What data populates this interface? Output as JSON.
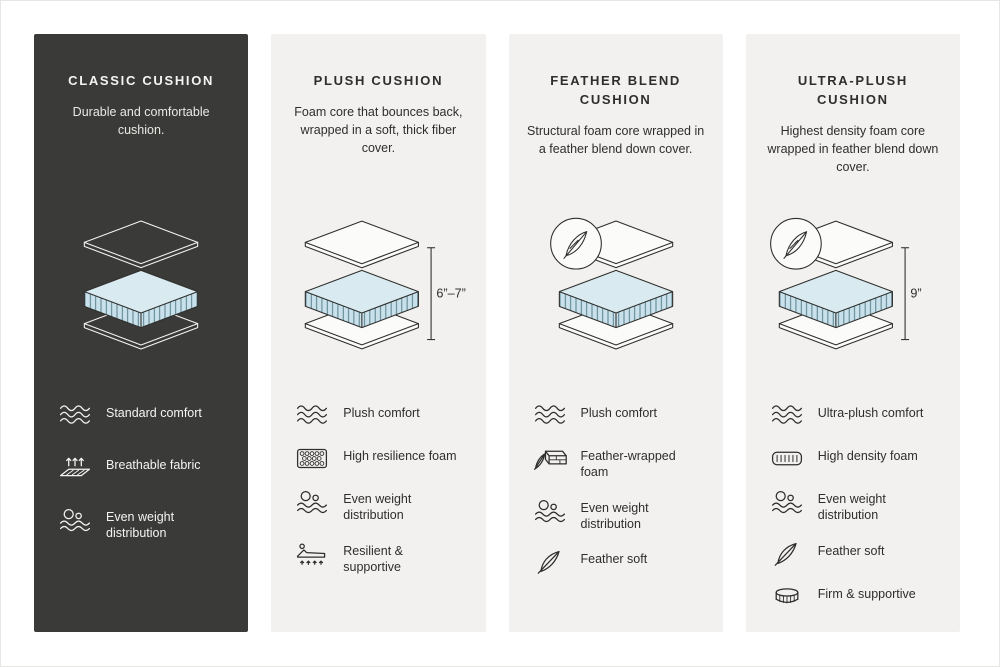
{
  "page": {
    "background": "#ffffff"
  },
  "colors": {
    "dark_card_bg": "#3a3a38",
    "light_card_bg": "#f2f1ef",
    "outline_dark": "#2f2f2d",
    "outline_light": "#ffffff",
    "foam_top": "#d9eaf1",
    "foam_side": "#c8e1ea"
  },
  "cards": [
    {
      "title": "CLASSIC CUSHION",
      "description": "Durable and comfortable cushion.",
      "theme": "dark",
      "badge": false,
      "measure": null,
      "features": [
        {
          "icon": "wave-icon",
          "label": "Standard comfort"
        },
        {
          "icon": "breathable-fabric-icon",
          "label": "Breathable fabric"
        },
        {
          "icon": "even-weight-icon",
          "label": "Even weight distribution"
        }
      ]
    },
    {
      "title": "PLUSH CUSHION",
      "description": "Foam core that bounces back, wrapped in a soft, thick fiber cover.",
      "theme": "light",
      "badge": false,
      "measure": "6”–7”",
      "features": [
        {
          "icon": "wave-icon",
          "label": "Plush comfort"
        },
        {
          "icon": "foam-bubbles-icon",
          "label": "High resilience foam"
        },
        {
          "icon": "even-weight-icon",
          "label": "Even weight distribution"
        },
        {
          "icon": "recline-icon",
          "label": "Resilient & supportive"
        }
      ]
    },
    {
      "title": "FEATHER BLEND CUSHION",
      "description": "Structural foam core wrapped in a feather blend down cover.",
      "theme": "light",
      "badge": true,
      "measure": null,
      "features": [
        {
          "icon": "wave-icon",
          "label": "Plush comfort"
        },
        {
          "icon": "feather-foam-icon",
          "label": "Feather-wrapped foam"
        },
        {
          "icon": "even-weight-icon",
          "label": "Even weight distribution"
        },
        {
          "icon": "feather-icon",
          "label": "Feather soft"
        }
      ]
    },
    {
      "title": "ULTRA-PLUSH CUSHION",
      "description": "Highest density foam core wrapped in feather blend down cover.",
      "theme": "light",
      "badge": true,
      "measure": "9”",
      "features": [
        {
          "icon": "wave-icon",
          "label": "Ultra-plush comfort"
        },
        {
          "icon": "density-foam-icon",
          "label": "High density foam"
        },
        {
          "icon": "even-weight-icon",
          "label": "Even weight distribution"
        },
        {
          "icon": "feather-icon",
          "label": "Feather soft"
        },
        {
          "icon": "firm-icon",
          "label": "Firm & supportive"
        }
      ]
    }
  ]
}
